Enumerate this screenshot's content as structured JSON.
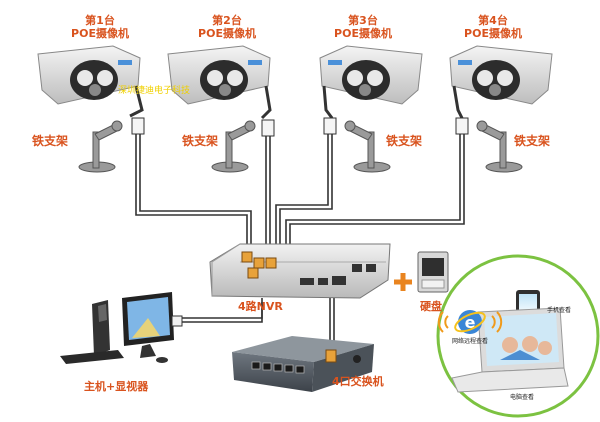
{
  "cameras": [
    {
      "num": "第1台",
      "type": "POE摄像机"
    },
    {
      "num": "第2台",
      "type": "POE摄像机"
    },
    {
      "num": "第3台",
      "type": "POE摄像机"
    },
    {
      "num": "第4台",
      "type": "POE摄像机"
    }
  ],
  "bracket_label": "铁支架",
  "nvr_label": "4路NVR",
  "switch_label": "4口交换机",
  "pc_label": "主机+显视器",
  "hdd_label": "硬盘",
  "plus_sign": "+",
  "watermark": "深圳捷迪电子科技",
  "remote": {
    "phone_label": "手机查看",
    "web_label": "网络远程查看",
    "laptop_label": "电脑查看"
  },
  "colors": {
    "label": "#d9531e",
    "circle": "#7cc241",
    "cable": "#333333"
  }
}
